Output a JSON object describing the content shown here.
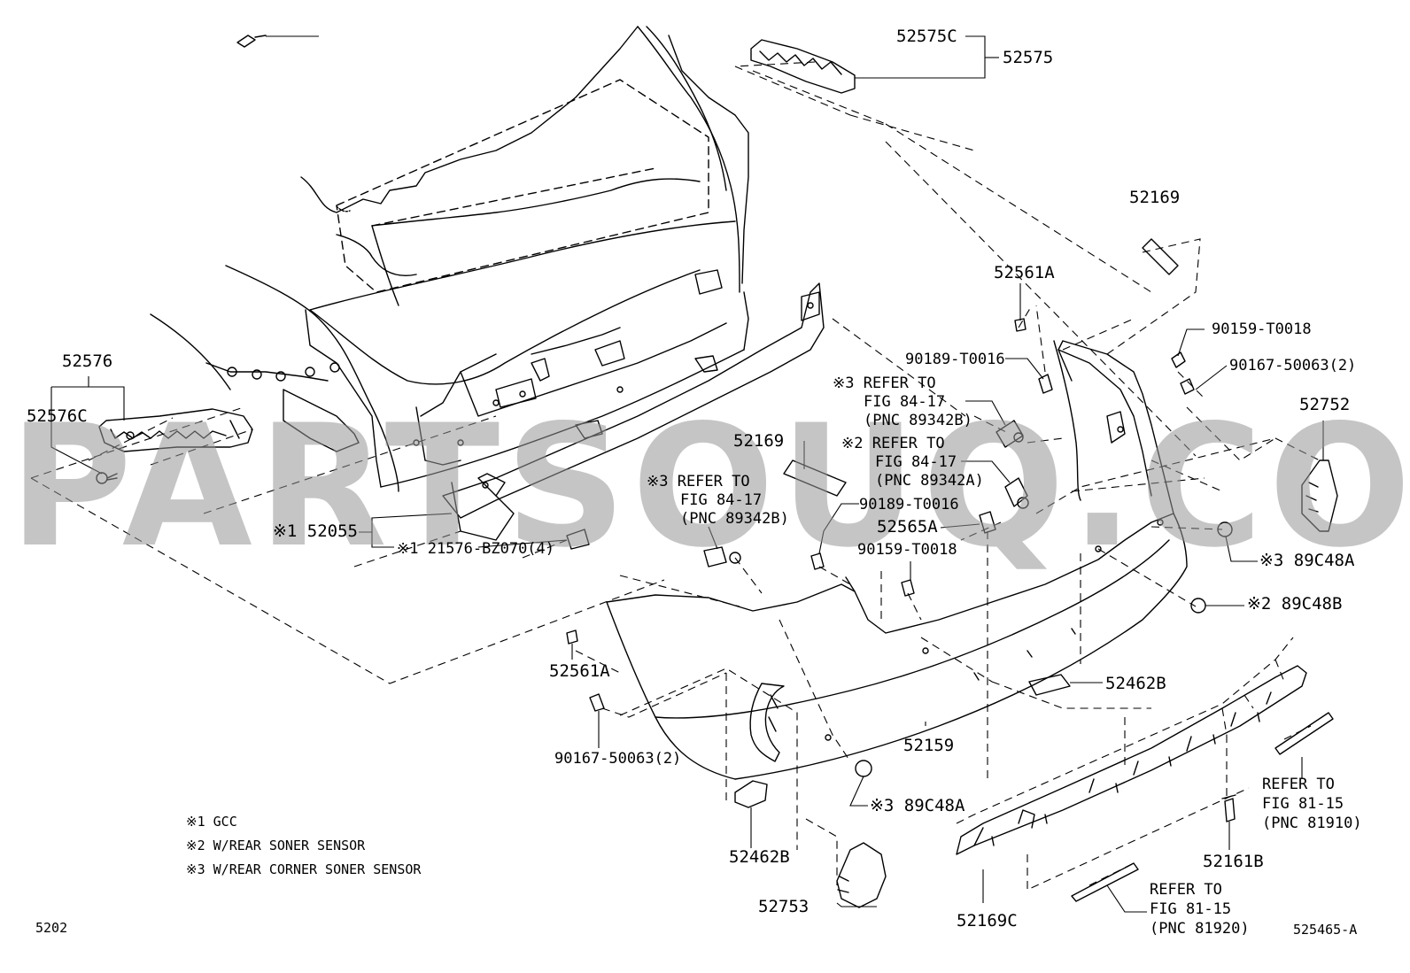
{
  "watermark": "PARTSOUQ.COM",
  "diagram": {
    "figure_number": "5202",
    "illustration_id": "525465-A",
    "notes": [
      "※1 GCC",
      "※2 W/REAR SONER SENSOR",
      "※3 W/REAR CORNER SONER SENSOR"
    ],
    "labels": {
      "p52575C": "52575C",
      "p52575": "52575",
      "p52576": "52576",
      "p52576C": "52576C",
      "p52169_top": "52169",
      "p52561A_top": "52561A",
      "p90159_T0018_top": "90159-T0018",
      "p90189_T0016_top": "90189-T0016",
      "p90167_50063_top": "90167-50063(2)",
      "ref3_a_line1": "※3 REFER TO",
      "ref3_a_line2": "FIG 84-17",
      "ref3_a_line3": "(PNC 89342B)",
      "p52752": "52752",
      "ref2_line1": "※2 REFER TO",
      "ref2_line2": "FIG 84-17",
      "ref2_line3": "(PNC 89342A)",
      "p52169_mid": "52169",
      "ref3_b_line1": "※3 REFER TO",
      "ref3_b_line2": "FIG 84-17",
      "ref3_b_line3": "(PNC 89342B)",
      "p90189_T0016_mid": "90189-T0016",
      "p52565A": "52565A",
      "p90159_T0018_mid": "90159-T0018",
      "p52055": "※1 52055",
      "p21576": "※1 21576-BZ070(4)",
      "p89C48A_right": "※3 89C48A",
      "p89C48B": "※2 89C48B",
      "p52561A_bottom": "52561A",
      "p52462B_right": "52462B",
      "p90167_50063_bottom": "90167-50063(2)",
      "p52159": "52159",
      "p89C48A_bottom": "※3 89C48A",
      "ref81_a_line1": "REFER TO",
      "ref81_a_line2": "FIG 81-15",
      "ref81_a_line3": "(PNC 81910)",
      "p52161B": "52161B",
      "p52462B_bottom": "52462B",
      "p52753": "52753",
      "p52169C": "52169C",
      "ref81_b_line1": "REFER TO",
      "ref81_b_line2": "FIG 81-15",
      "ref81_b_line3": "(PNC 81920)"
    }
  }
}
